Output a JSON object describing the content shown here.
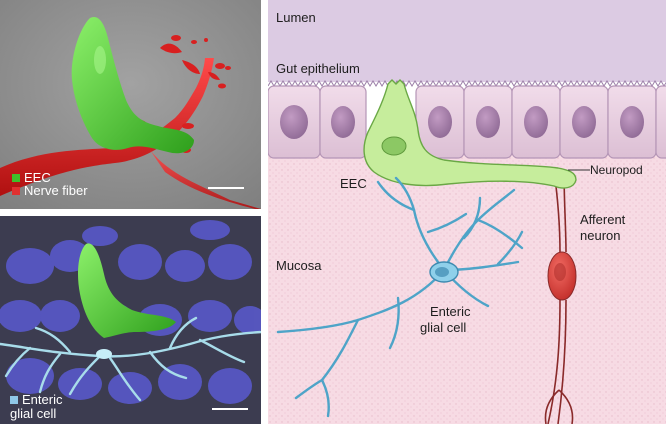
{
  "micrograph_top": {
    "legend": [
      {
        "label": "EEC",
        "color": "#3fbf2a"
      },
      {
        "label": "Nerve fiber",
        "color": "#e03030"
      }
    ]
  },
  "micrograph_bottom": {
    "legend_line1": "Enteric",
    "legend_line2": "glial cell",
    "legend_color": "#8fc8e8"
  },
  "illustration": {
    "lumen": "Lumen",
    "gut_epithelium": "Gut epithelium",
    "eec": "EEC",
    "neuropod": "Neuropod",
    "afferent_line1": "Afferent",
    "afferent_line2": "neuron",
    "mucosa": "Mucosa",
    "glia_line1": "Enteric",
    "glia_line2": "glial cell"
  }
}
